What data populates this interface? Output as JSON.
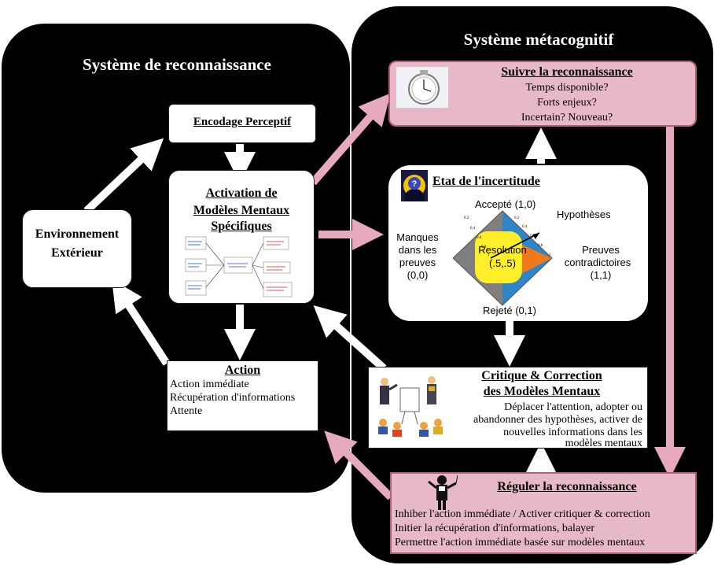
{
  "panels": {
    "left_title": "Système de reconnaissance",
    "right_title": "Système métacognitif"
  },
  "nodes": {
    "encodage": {
      "title": "Encodage Perceptif"
    },
    "environnement": {
      "line1": "Environnement",
      "line2": "Extérieur"
    },
    "activation": {
      "line1": "Activation de",
      "line2": "Modèles Mentaux",
      "line3": "Spécifiques"
    },
    "action": {
      "title": "Action",
      "items": [
        "Action immédiate",
        "Récupération d'informations",
        "Attente"
      ]
    },
    "suivre": {
      "title": "Suivre la reconnaissance",
      "items": [
        "Temps disponible?",
        "Forts enjeux?",
        "Incertain? Nouveau?"
      ]
    },
    "incertitude": {
      "title": "Etat de l'incertitude",
      "accepte": "Accepté (1,0)",
      "rejete": "Rejeté (0,1)",
      "hypotheses": "Hypothèses",
      "manques": [
        "Manques",
        "dans les",
        "preuves",
        "(0,0)"
      ],
      "preuves": [
        "Preuves",
        "contradictoires",
        "(1,1)"
      ],
      "resolution": [
        "Resolution",
        "(.5,.5)"
      ],
      "ticks": [
        "0.2",
        "0.4",
        "0.6",
        "0.8",
        "1",
        "0.2",
        "0.4",
        "0.6",
        "0.8",
        "1"
      ]
    },
    "critique": {
      "title_line1": "Critique & Correction",
      "title_line2": "des Modèles Mentaux",
      "body": [
        "Déplacer l'attention, adopter ou",
        "abandonner des hypothèses, activer de",
        "nouvelles informations dans les",
        "modèles mentaux"
      ]
    },
    "reguler": {
      "title": "Réguler la reconnaissance",
      "items": [
        "Inhiber l'action immédiate / Activer critiquer & correction",
        "Initier la récupération d'informations, balayer",
        "Permettre l'action immédiate basée sur modèles mentaux"
      ]
    }
  },
  "colors": {
    "panel": "#000000",
    "pink_fill": "#e7b9c8",
    "pink_border": "#b35d7d",
    "arrow_pink": "#e6a9bd",
    "arrow_white": "#ffffff",
    "diamond_blue": "#2e86c9",
    "diamond_gray": "#7f7f7f",
    "diamond_orange": "#f07a1a",
    "resolution_yellow": "#ffee2a"
  },
  "icons": {
    "stopwatch": "stopwatch-icon",
    "question_head": "question-head-icon",
    "mind_map": "mind-map-thumbnail",
    "presenters": "presenters-icon",
    "conductor": "conductor-icon"
  }
}
